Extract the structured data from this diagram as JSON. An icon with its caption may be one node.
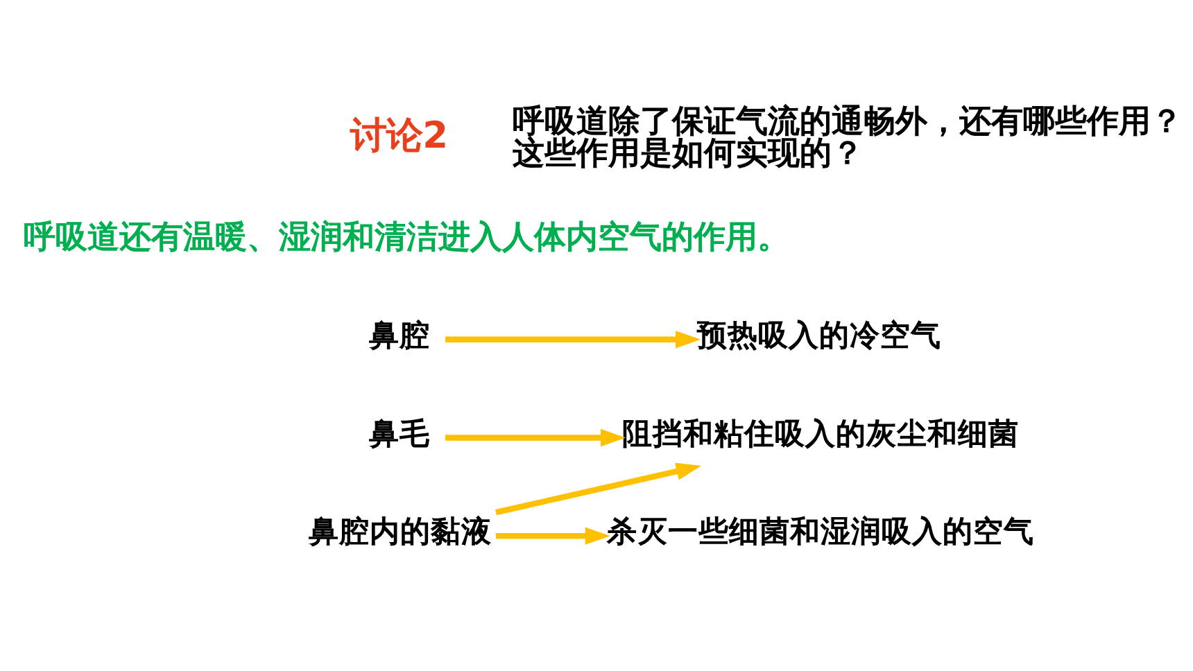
{
  "diagram": {
    "nodes": [
      {
        "text": [
          "鼻腔"
        ]
      },
      {
        "text": [
          "预热吸入的冷空气"
        ]
      },
      {
        "text": [
          "鼻毛"
        ]
      },
      {
        "text": [
          "阻挡和粘住吸入的灰尘和细菌"
        ]
      },
      {
        "text": [
          "鼻腔内的黏液"
        ]
      },
      {
        "text": [
          "杀灭一些细菌和湿润吸入的空气"
        ]
      }
    ],
    "edges": [
      {
        "from": 0,
        "to": 1,
        "arrow": "to"
      },
      {
        "from": 2,
        "to": 3,
        "arrow": "to"
      },
      {
        "from": 4,
        "to": 3,
        "arrow": "to"
      },
      {
        "from": 4,
        "to": 5,
        "arrow": "to"
      }
    ],
    "labels": [
      "讨论2",
      "呼吸道除了保证气流的通畅外，还有哪些作用？这些作用是如何实现的？",
      "呼吸道还有温暖、湿润和清洁进入人体内空气的作用。"
    ]
  }
}
